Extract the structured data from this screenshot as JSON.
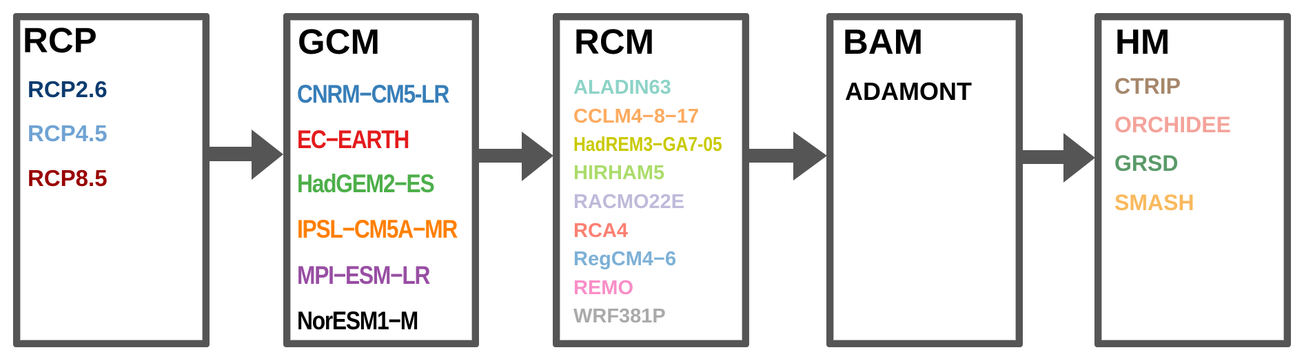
{
  "diagram": {
    "type": "flowchart",
    "direction": "left-to-right",
    "border_color": "#555555",
    "arrow_color": "#555555",
    "stages": [
      {
        "id": "rcp",
        "title": "RCP",
        "items": [
          {
            "label": "RCP2.6",
            "color": "#0b3b6f"
          },
          {
            "label": "RCP4.5",
            "color": "#6fa3d3"
          },
          {
            "label": "RCP8.5",
            "color": "#990000"
          }
        ]
      },
      {
        "id": "gcm",
        "title": "GCM",
        "items": [
          {
            "label": "CNRM−CM5-LR",
            "color": "#377eb8"
          },
          {
            "label": "EC−EARTH",
            "color": "#e41a1c"
          },
          {
            "label": "HadGEM2−ES",
            "color": "#4daf4a"
          },
          {
            "label": "IPSL−CM5A−MR",
            "color": "#ff7f00"
          },
          {
            "label": "MPI−ESM−LR",
            "color": "#984ea3"
          },
          {
            "label": "NorESM1−M",
            "color": "#000000"
          }
        ]
      },
      {
        "id": "rcm",
        "title": "RCM",
        "items": [
          {
            "label": "ALADIN63",
            "color": "#8dd3c7"
          },
          {
            "label": "CCLM4−8−17",
            "color": "#fdab60"
          },
          {
            "label": "HadREM3−GA7-05",
            "color": "#c9c900"
          },
          {
            "label": "HIRHAM5",
            "color": "#abdc6b"
          },
          {
            "label": "RACMO22E",
            "color": "#bebada"
          },
          {
            "label": "RCA4",
            "color": "#fb8072"
          },
          {
            "label": "RegCM4−6",
            "color": "#7db1d6"
          },
          {
            "label": "REMO",
            "color": "#f98ec8"
          },
          {
            "label": "WRF381P",
            "color": "#aaaaaa"
          }
        ]
      },
      {
        "id": "bam",
        "title": "BAM",
        "items": [
          {
            "label": "ADAMONT",
            "color": "#000000"
          }
        ]
      },
      {
        "id": "hm",
        "title": "HM",
        "items": [
          {
            "label": "CTRIP",
            "color": "#a6876b"
          },
          {
            "label": "ORCHIDEE",
            "color": "#f4a39b"
          },
          {
            "label": "GRSD",
            "color": "#5a9a68"
          },
          {
            "label": "SMASH",
            "color": "#f9b95d"
          }
        ]
      }
    ],
    "connections": [
      {
        "from": "rcp",
        "to": "gcm"
      },
      {
        "from": "gcm",
        "to": "rcm"
      },
      {
        "from": "rcm",
        "to": "bam"
      },
      {
        "from": "bam",
        "to": "hm"
      }
    ]
  }
}
